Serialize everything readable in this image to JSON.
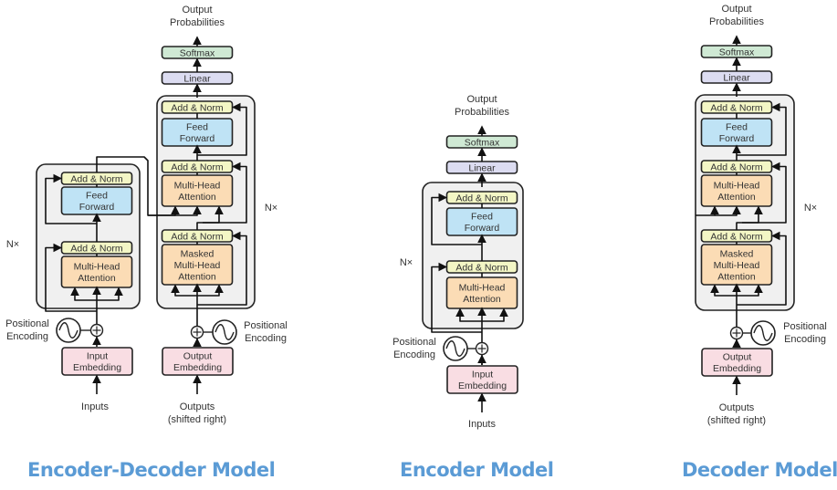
{
  "colors": {
    "add_norm": "#f3f6c5",
    "feed_forward": "#bfe3f5",
    "attention": "#fbdcb5",
    "embedding": "#f9dde3",
    "linear": "#dcdcf1",
    "softmax": "#cfe9d4",
    "block_bg": "#f0f0f0",
    "title": "#5b9bd5"
  },
  "labels": {
    "add_norm": "Add & Norm",
    "feed": "Feed",
    "forward": "Forward",
    "multi_head": "Multi-Head",
    "attention": "Attention",
    "masked": "Masked",
    "linear": "Linear",
    "softmax": "Softmax",
    "input": "Input",
    "output": "Output",
    "embedding": "Embedding",
    "positional": "Positional",
    "encoding": "Encoding",
    "inputs": "Inputs",
    "outputs": "Outputs",
    "shifted_right": "(shifted right)",
    "output_probs_1": "Output",
    "output_probs_2": "Probabilities",
    "nx": "N×"
  },
  "titles": {
    "encoder_decoder": "Encoder-Decoder Model",
    "encoder": "Encoder Model",
    "decoder": "Decoder Model"
  }
}
